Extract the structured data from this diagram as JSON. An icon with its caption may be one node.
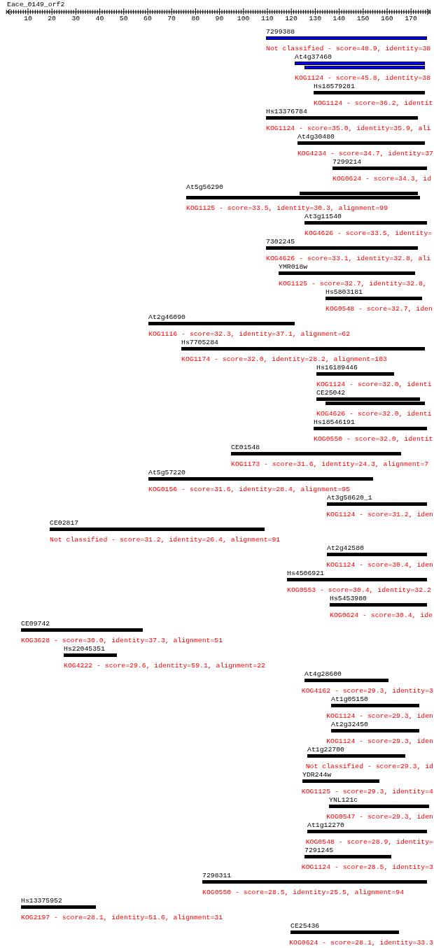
{
  "diagram": {
    "title": "Eace_0149_orf2",
    "nodes": [
      {
        "text": [
          "7299388",
          "Not classified - score=48.9, identity=38"
        ]
      },
      {
        "text": [
          "At4g37460",
          "KOG1124 - score=45.8, identity=38"
        ]
      },
      {
        "text": [
          "Hs18579281",
          "KOG1124 - score=36.2, identit"
        ]
      },
      {
        "text": [
          "Hs13376784",
          "KOG1124 - score=35.0, identity=35.9, ali"
        ]
      },
      {
        "text": [
          "At4g30480",
          "KOG4234 - score=34.7, identity=37"
        ]
      },
      {
        "text": [
          "7299214",
          "KOG0624 - score=34.3, id"
        ]
      },
      {
        "text": [
          "At5g56290",
          "KOG1125 - score=33.5, identity=30.3, alignment=99"
        ]
      },
      {
        "text": [
          "At3g11540",
          "KOG4626 - score=33.5, identity="
        ]
      },
      {
        "text": [
          "7302245",
          "KOG4626 - score=33.1, identity=32.8, ali"
        ]
      },
      {
        "text": [
          "YMR018w",
          "KOG1125 - score=32.7, identity=32.8,"
        ]
      },
      {
        "text": [
          "Hs5803181",
          "KOG0548 - score=32.7, iden"
        ]
      },
      {
        "text": [
          "At2g46090",
          "KOG1116 - score=32.3, identity=37.1, alignment=62"
        ]
      },
      {
        "text": [
          "Hs7705284",
          "KOG1174 - score=32.0, identity=28.2, alignment=103"
        ]
      },
      {
        "text": [
          "Hs16189446",
          "KOG1124 - score=32.0, identi"
        ]
      },
      {
        "text": [
          "CE25042",
          "KOG4626 - score=32.0, identi"
        ]
      },
      {
        "text": [
          "Hs18546191",
          "KOG0550 - score=32.0, identit"
        ]
      },
      {
        "text": [
          "CE01548",
          "KOG1173 - score=31.6, identity=24.3, alignment=7"
        ]
      },
      {
        "text": [
          "At5g57220",
          "KOG0156 - score=31.6, identity=28.4, alignment=95"
        ]
      },
      {
        "text": [
          "At3g58620_1",
          "KOG1124 - score=31.2, iden"
        ]
      },
      {
        "text": [
          "CE02817",
          "Not classified - score=31.2, identity=26.4, alignment=91"
        ]
      },
      {
        "text": [
          "At2g42580",
          "KOG1124 - score=30.4, iden"
        ]
      },
      {
        "text": [
          "Hs4506921",
          "KOG0553 - score=30.4, identity=32.2"
        ]
      },
      {
        "text": [
          "Hs5453980",
          "KOG0624 - score=30.4, ide"
        ]
      },
      {
        "text": [
          "CE09742",
          "KOG3628 - score=30.0, identity=37.3, alignment=51"
        ]
      },
      {
        "text": [
          "Hs22045351",
          "KOG4222 - score=29.6, identity=59.1, alignment=22"
        ]
      },
      {
        "text": [
          "At4g28600",
          "KOG4162 - score=29.3, identity=3"
        ]
      },
      {
        "text": [
          "At1g05150",
          "KOG1124 - score=29.3, iden"
        ]
      },
      {
        "text": [
          "At2g32450",
          "KOG1124 - score=29.3, iden"
        ]
      },
      {
        "text": [
          "At1g22700",
          "Not classified - score=29.3, id"
        ]
      },
      {
        "text": [
          "YDR244w",
          "KOG1125 - score=29.3, identity=4"
        ]
      },
      {
        "text": [
          "YNL121c",
          "KOG0547 - score=29.3, iden"
        ]
      },
      {
        "text": [
          "At1g12270",
          "KOG0548 - score=28.9, identity="
        ]
      },
      {
        "text": [
          "7291245",
          "KOG1124 - score=28.5, identity=3"
        ]
      },
      {
        "text": [
          "7298311",
          "KOG0550 - score=28.5, identity=25.5, alignment=94"
        ]
      },
      {
        "text": [
          "Hs13375952",
          "KOG2197 - score=28.1, identity=51.6, alignment=31"
        ]
      },
      {
        "text": [
          "CE25436",
          "KOG0624 - score=28.1, identity=33.3"
        ]
      }
    ],
    "labels": [
      "10",
      "20",
      "30",
      "40",
      "50",
      "60",
      "70",
      "80",
      "90",
      "100",
      "110",
      "120",
      "130",
      "140",
      "150",
      "160",
      "170"
    ]
  }
}
